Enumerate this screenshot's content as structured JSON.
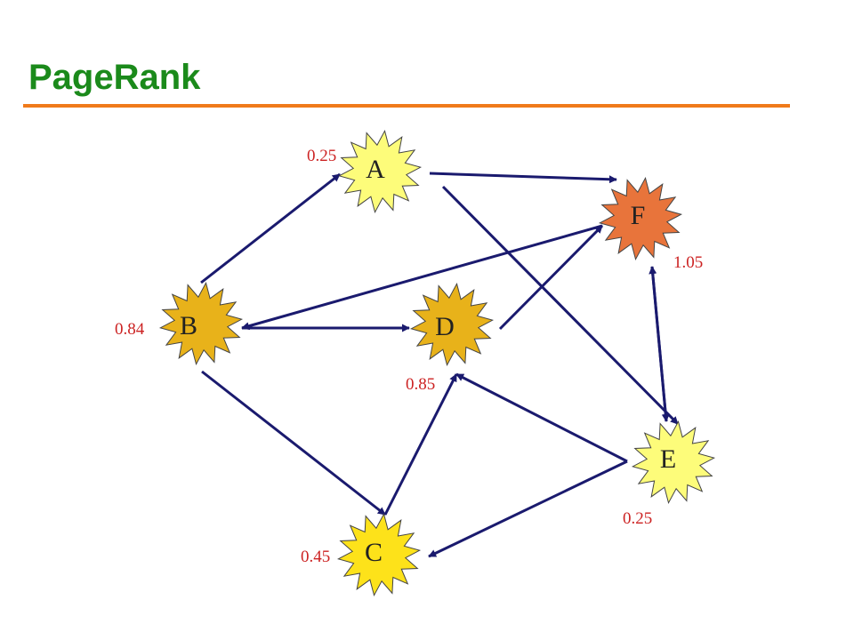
{
  "title": "PageRank",
  "colors": {
    "title": "#1b8a1b",
    "rule": "#f07a1a",
    "edge": "#1a1a6e",
    "rank_text": "#cc2222",
    "star_light_yellow": "#fdfc7a",
    "star_gold": "#e8b21a",
    "star_bright_yellow": "#fde21a",
    "star_orange": "#e8743b"
  },
  "nodes": [
    {
      "id": "A",
      "label": "A",
      "rank": "0.25",
      "fill": "#fdfc7a"
    },
    {
      "id": "B",
      "label": "B",
      "rank": "0.84",
      "fill": "#e8b21a"
    },
    {
      "id": "C",
      "label": "C",
      "rank": "0.45",
      "fill": "#fde21a"
    },
    {
      "id": "D",
      "label": "D",
      "rank": "0.85",
      "fill": "#e8b21a"
    },
    {
      "id": "E",
      "label": "E",
      "rank": "0.25",
      "fill": "#fdfc7a"
    },
    {
      "id": "F",
      "label": "F",
      "rank": "1.05",
      "fill": "#e8743b"
    }
  ],
  "edges": [
    {
      "from": "B",
      "to": "A"
    },
    {
      "from": "A",
      "to": "F"
    },
    {
      "from": "A",
      "to": "E"
    },
    {
      "from": "F",
      "to": "B"
    },
    {
      "from": "B",
      "to": "D"
    },
    {
      "from": "B",
      "to": "C"
    },
    {
      "from": "D",
      "to": "F"
    },
    {
      "from": "C",
      "to": "D"
    },
    {
      "from": "E",
      "to": "D"
    },
    {
      "from": "E",
      "to": "C"
    },
    {
      "from": "E",
      "to": "F"
    },
    {
      "from": "F",
      "to": "E"
    }
  ]
}
